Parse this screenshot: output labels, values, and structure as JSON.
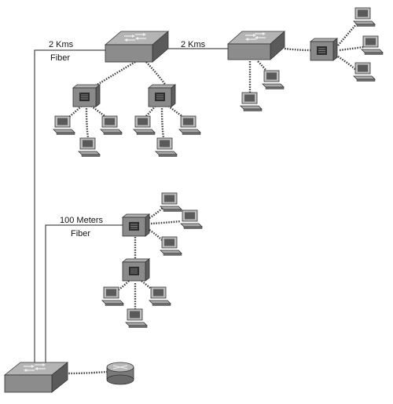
{
  "labels": {
    "top_left_distance": "2 Kms",
    "top_left_medium": "Fiber",
    "top_right_distance": "2 Kms",
    "mid_distance": "100 Meters",
    "mid_medium": "Fiber"
  },
  "colors": {
    "device_dark": "#5a5a5a",
    "device_face": "#8c8c8c",
    "device_light": "#b4b4b4",
    "line": "#222222"
  },
  "icons": [
    "switch-icon",
    "hub-icon",
    "workstation-icon",
    "router-icon"
  ]
}
